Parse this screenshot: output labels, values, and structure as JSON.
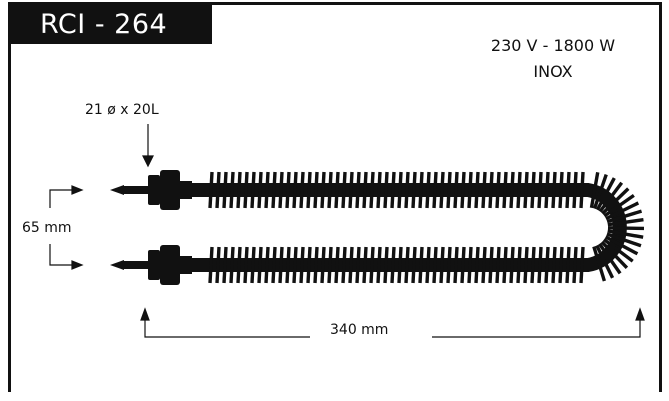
{
  "model": "RCI - 264",
  "specs": {
    "power": "230 V - 1800 W",
    "material": "INOX"
  },
  "dimensions": {
    "thread": "21 ø x 20L",
    "height": "65 mm",
    "length": "340 mm"
  },
  "colors": {
    "element": "#111111",
    "frame": "#111111",
    "background": "#ffffff"
  }
}
